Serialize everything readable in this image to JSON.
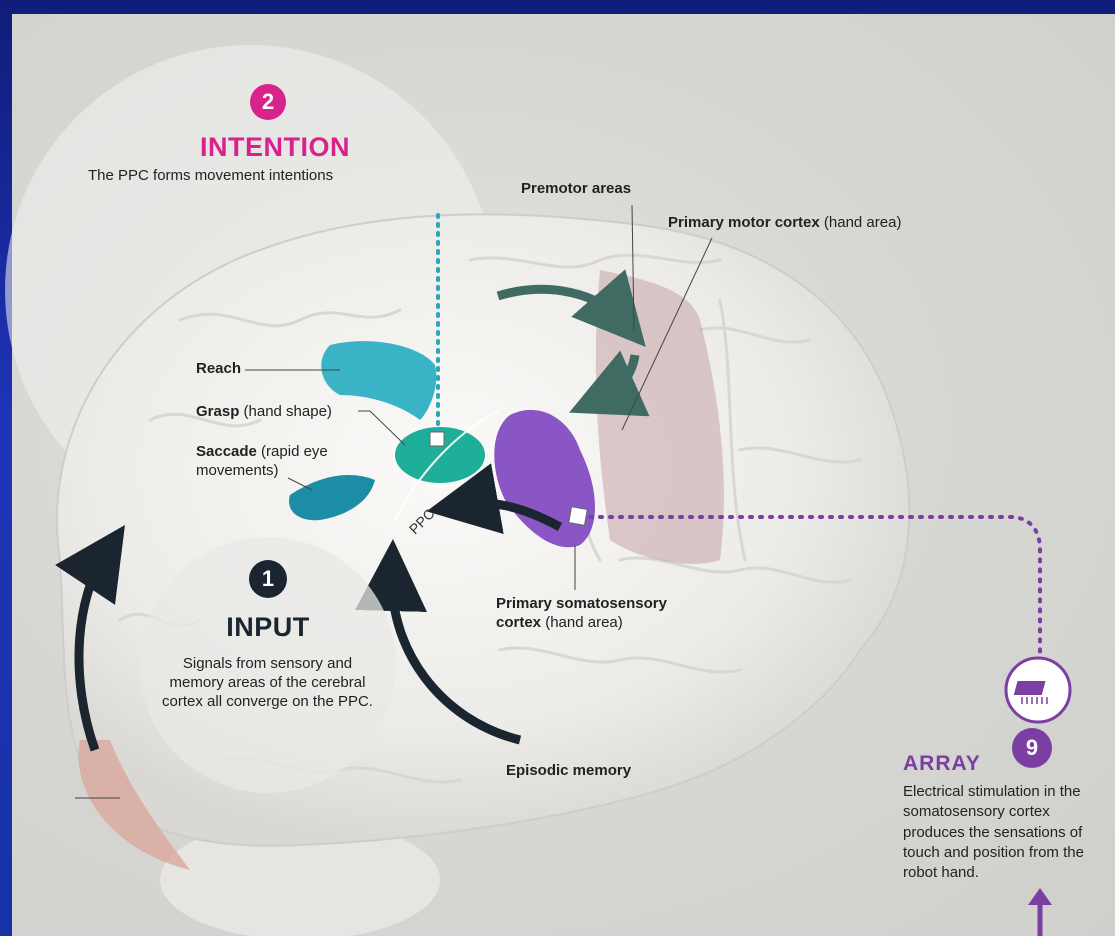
{
  "step2": {
    "number": "2",
    "title": "INTENTION",
    "desc": "The PPC forms movement intentions"
  },
  "step1": {
    "number": "1",
    "title": "INPUT",
    "desc": "Signals from sensory and memory areas of the cerebral cortex all converge on the PPC."
  },
  "step9": {
    "number": "9",
    "title": "ARRAY",
    "desc": "Electrical stimulation in the somatosensory cortex produces the sensations of touch and position from the robot hand."
  },
  "labels": {
    "premotor": "Premotor areas",
    "primary_motor_bold": "Primary motor cortex",
    "primary_motor_rest": " (hand area)",
    "reach": "Reach",
    "grasp_bold": "Grasp",
    "grasp_rest": " (hand shape)",
    "saccade_bold": "Saccade",
    "saccade_rest": " (rapid eye movements)",
    "ppc": "PPC",
    "somato_bold": "Primary somatosensory cortex",
    "somato_rest": " (hand area)",
    "episodic": "Episodic memory"
  },
  "colors": {
    "magenta": "#d8238c",
    "purple": "#7b3fa3",
    "teal": "#2aa7b8",
    "arrow_dark": "#1a2530",
    "arrow_green": "#3f6b63"
  }
}
